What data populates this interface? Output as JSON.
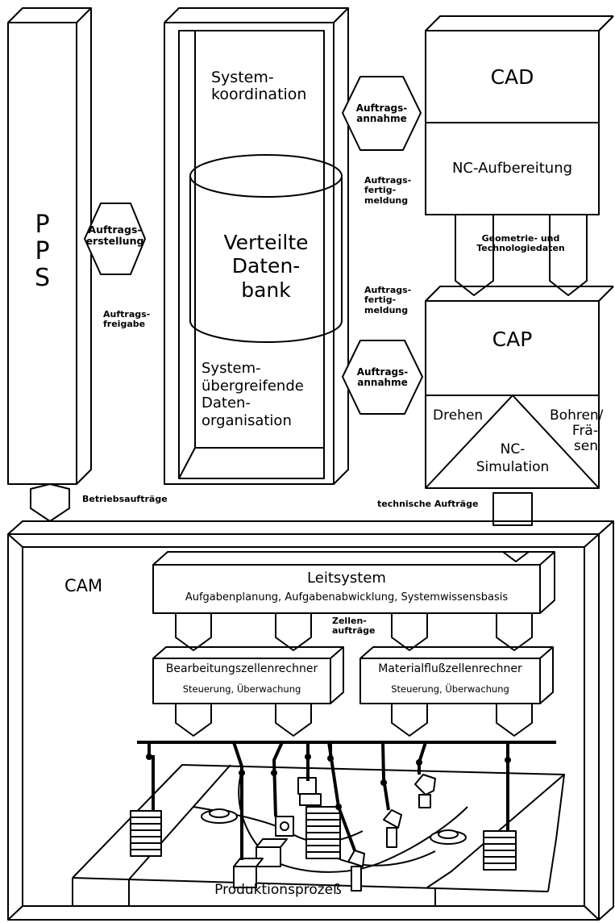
{
  "pps": {
    "label": "P\nP\nS"
  },
  "auftragserstellung": {
    "label": "Auftrags-\nerstellung"
  },
  "auftragsfreigabe": {
    "label": "Auftrags-\nfreigabe"
  },
  "betriebsauftraege": {
    "label": "Betriebsaufträge"
  },
  "center_column": {
    "systemkoordination": "System-\nkoordination",
    "datenbank": "Verteilte\nDaten-\nbank",
    "datenorganisation": "System-\nübergreifende\nDaten-\norganisation"
  },
  "cad": {
    "title": "CAD",
    "nc_aufbereitung": "NC-Aufbereitung",
    "auftragsannahme": "Auftrags-\nannahme",
    "auftragsfertigmeldung": "Auftrags-\nfertig-\nmeldung"
  },
  "geometrie_daten": {
    "label": "Geometrie- und\nTechnologiedaten"
  },
  "cap": {
    "title": "CAP",
    "auftragsfertigmeldung": "Auftrags-\nfertig-\nmeldung",
    "auftragsannahme": "Auftrags-\nannahme",
    "drehen": "Drehen",
    "bohren_fraesen": "Bohren/\nFrä-\nsen",
    "nc_simulation": "NC-\nSimulation"
  },
  "technische_auftraege": {
    "label": "technische Aufträge"
  },
  "cam": {
    "title": "CAM",
    "leitsystem_title": "Leitsystem",
    "leitsystem_sub": "Aufgabenplanung, Aufgabenabwicklung, Systemwissensbasis",
    "zellenauftraege": "Zellen-\naufträge",
    "bearbeitung_title": "Bearbeitungszellenrechner",
    "bearbeitung_sub": "Steuerung, Überwachung",
    "materialfluss_title": "Materialflußzellenrechner",
    "materialfluss_sub": "Steuerung, Überwachung",
    "produktionsprozess": "Produktionsprozeß"
  }
}
